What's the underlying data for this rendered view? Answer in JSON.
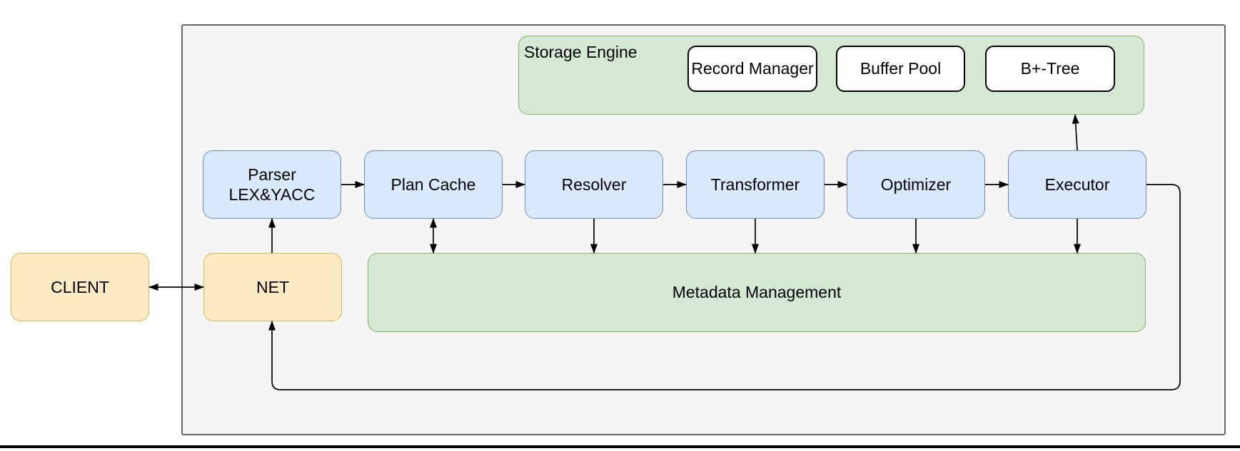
{
  "colors": {
    "container_fill": "#f5f5f5",
    "container_stroke": "#676767",
    "node_blue_fill": "#dae8fc",
    "node_blue_stroke": "#6c8ebf",
    "node_yellow_fill": "#fbeac2",
    "node_yellow_stroke": "#d6b656",
    "group_green_fill": "#d5e8d4",
    "group_green_stroke": "#82b366",
    "white_box_fill": "#ffffff",
    "white_box_stroke": "#000000",
    "arrow_color": "#000000"
  },
  "nodes": {
    "client": {
      "label": "CLIENT"
    },
    "net": {
      "label": "NET"
    },
    "parser": {
      "label_line1": "Parser",
      "label_line2": "LEX&YACC"
    },
    "plan_cache": {
      "label": "Plan Cache"
    },
    "resolver": {
      "label": "Resolver"
    },
    "transformer": {
      "label": "Transformer"
    },
    "optimizer": {
      "label": "Optimizer"
    },
    "executor": {
      "label": "Executor"
    },
    "storage_engine": {
      "label": "Storage Engine",
      "record_manager": {
        "label": "Record Manager"
      },
      "buffer_pool": {
        "label": "Buffer Pool"
      },
      "bptree": {
        "label": "B+-Tree"
      }
    },
    "metadata": {
      "label": "Metadata Management"
    }
  },
  "connections": [
    {
      "from": "client",
      "to": "net",
      "style": "double-arrow"
    },
    {
      "from": "net",
      "to": "parser",
      "style": "arrow"
    },
    {
      "from": "parser",
      "to": "plan_cache",
      "style": "arrow"
    },
    {
      "from": "plan_cache",
      "to": "resolver",
      "style": "arrow"
    },
    {
      "from": "resolver",
      "to": "transformer",
      "style": "arrow"
    },
    {
      "from": "transformer",
      "to": "optimizer",
      "style": "arrow"
    },
    {
      "from": "optimizer",
      "to": "executor",
      "style": "arrow"
    },
    {
      "from": "plan_cache",
      "to": "metadata",
      "style": "double-arrow"
    },
    {
      "from": "resolver",
      "to": "metadata",
      "style": "arrow"
    },
    {
      "from": "transformer",
      "to": "metadata",
      "style": "arrow"
    },
    {
      "from": "optimizer",
      "to": "metadata",
      "style": "arrow"
    },
    {
      "from": "executor",
      "to": "metadata",
      "style": "arrow"
    },
    {
      "from": "executor",
      "to": "storage_engine",
      "style": "arrow"
    },
    {
      "from": "executor",
      "to": "net",
      "style": "arrow-loop"
    }
  ]
}
